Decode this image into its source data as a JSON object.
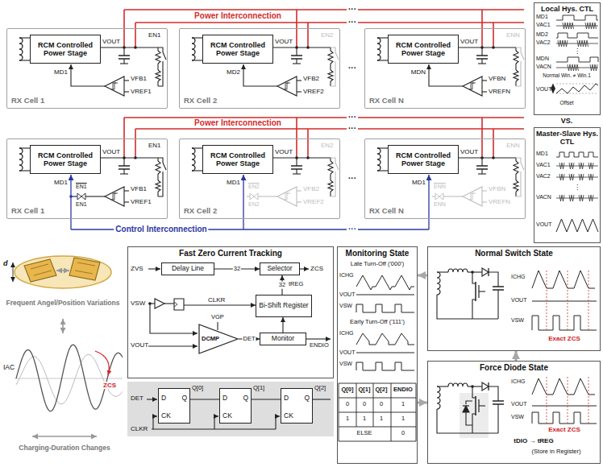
{
  "diagram": {
    "nodes": [
      {
        "text": [
          "RX Cell 1"
        ]
      },
      {
        "text": [
          "RCM Controlled Power Stage"
        ],
        "in": 0
      },
      {
        "text": [
          "RX Cell 2"
        ]
      },
      {
        "text": [
          "RCM Controlled Power Stage"
        ],
        "in": 2
      },
      {
        "text": [
          "RX Cell N"
        ]
      },
      {
        "text": [
          "RCM Controlled Power Stage"
        ],
        "in": 4
      },
      {
        "text": [
          "Local Hys. CTL"
        ]
      },
      {
        "text": [
          "RX Cell 1"
        ]
      },
      {
        "text": [
          "RCM Controlled Power Stage"
        ],
        "in": 7
      },
      {
        "text": [
          "RX Cell 2"
        ]
      },
      {
        "text": [
          "RCM Controlled Power Stage"
        ],
        "in": 9
      },
      {
        "text": [
          "RX Cell N"
        ]
      },
      {
        "text": [
          "RCM Controlled Power Stage"
        ],
        "in": 11
      },
      {
        "text": [
          "Master-Slave Hys. CTL"
        ]
      },
      {
        "text": [
          "Fast Zero Current Tracking"
        ]
      },
      {
        "text": [
          "Delay Line"
        ],
        "in": 14
      },
      {
        "text": [
          "Selector"
        ],
        "in": 14
      },
      {
        "text": [
          "Bi-Shift Register"
        ],
        "in": 14
      },
      {
        "text": [
          "DCMP"
        ],
        "in": 14
      },
      {
        "text": [
          "Monitor"
        ],
        "in": 14
      },
      {
        "text": [
          "D",
          "Q",
          "CK"
        ]
      },
      {
        "text": [
          "D",
          "Q",
          "CK"
        ]
      },
      {
        "text": [
          "D",
          "Q",
          "CK"
        ]
      },
      {
        "text": [
          "Monitoring State"
        ]
      },
      {
        "text": [
          "Normal Switch State"
        ]
      },
      {
        "text": [
          "Force Diode State"
        ]
      }
    ],
    "edges": [
      {
        "from": 15,
        "to": 16,
        "label": "32",
        "arrow": "to"
      },
      {
        "from": 17,
        "to": 16,
        "label": "32",
        "arrow": "to"
      },
      {
        "from": 18,
        "to": 19,
        "label": "DET",
        "arrow": "to"
      },
      {
        "from": 19,
        "to": 17,
        "arrow": "to"
      },
      {
        "from": 20,
        "to": 21,
        "arrow": "none"
      },
      {
        "from": 21,
        "to": 22,
        "arrow": "none"
      },
      {
        "from": 24,
        "to": 23,
        "arrow": "to"
      },
      {
        "from": 23,
        "to": 25,
        "arrow": "to"
      },
      {
        "from": 25,
        "to": 24,
        "arrow": "to"
      }
    ],
    "labels": [
      "Power Interconnection",
      "···",
      "···",
      "···",
      "VOUT",
      "EN1",
      "VFB1",
      "VREF1",
      "MD1",
      "VOUT",
      "EN2",
      "VFB2",
      "VREF2",
      "MD2",
      "VOUT",
      "ENN",
      "VFBN",
      "VREFN",
      "MDN",
      "MD1",
      "VAC1",
      "MD2",
      "VAC2",
      "⋮",
      "MDN",
      "VACN",
      "Normal Win. ≠ Win.1",
      "VOUT",
      "Offset",
      "VS.",
      "Power Interconnection",
      "···",
      "···",
      "···",
      "VOUT",
      "EN1",
      "MD1",
      "EN1",
      "EN1",
      "VFB1",
      "VREF1",
      "VOUT",
      "EN2",
      "MD1",
      "EN2",
      "EN2",
      "VFB2",
      "VREF2",
      "VOUT",
      "ENN",
      "MD1",
      "ENN",
      "ENN",
      "VFBN",
      "VREFN",
      "Control Interconnection",
      "···",
      "MD1",
      "VAC1",
      "VAC2",
      "⋮",
      "VACN",
      "VOUT",
      "d",
      "Frequent Angel/Position Variations",
      "IAC",
      "ZCS",
      "Charging-Duration Changes",
      "ZVS",
      "ZCS",
      "tREG",
      "CLKR",
      "VSW",
      "VGP",
      "VOUT",
      "ENDIO",
      "DET",
      "CLKR",
      "Q[0]",
      "Q[1]",
      "Q[2]",
      "Late Turn-Off ('000')",
      "ICHG",
      "VOUT",
      "VSW",
      "Early Turn-Off ('111')",
      "ICHG",
      "VOUT",
      "VSW",
      "Q[0]",
      "Q[1]",
      "Q[2]",
      "ENDIO",
      "0",
      "0",
      "0",
      "1",
      "1",
      "1",
      "1",
      "1",
      "ELSE",
      "0",
      "ICHG",
      "VOUT",
      "VSW",
      "Exact ZCS",
      "ICHG",
      "VOUT",
      "VSW",
      "Exact ZCS",
      "tDIO → tREG",
      "(Store in Register)"
    ]
  }
}
